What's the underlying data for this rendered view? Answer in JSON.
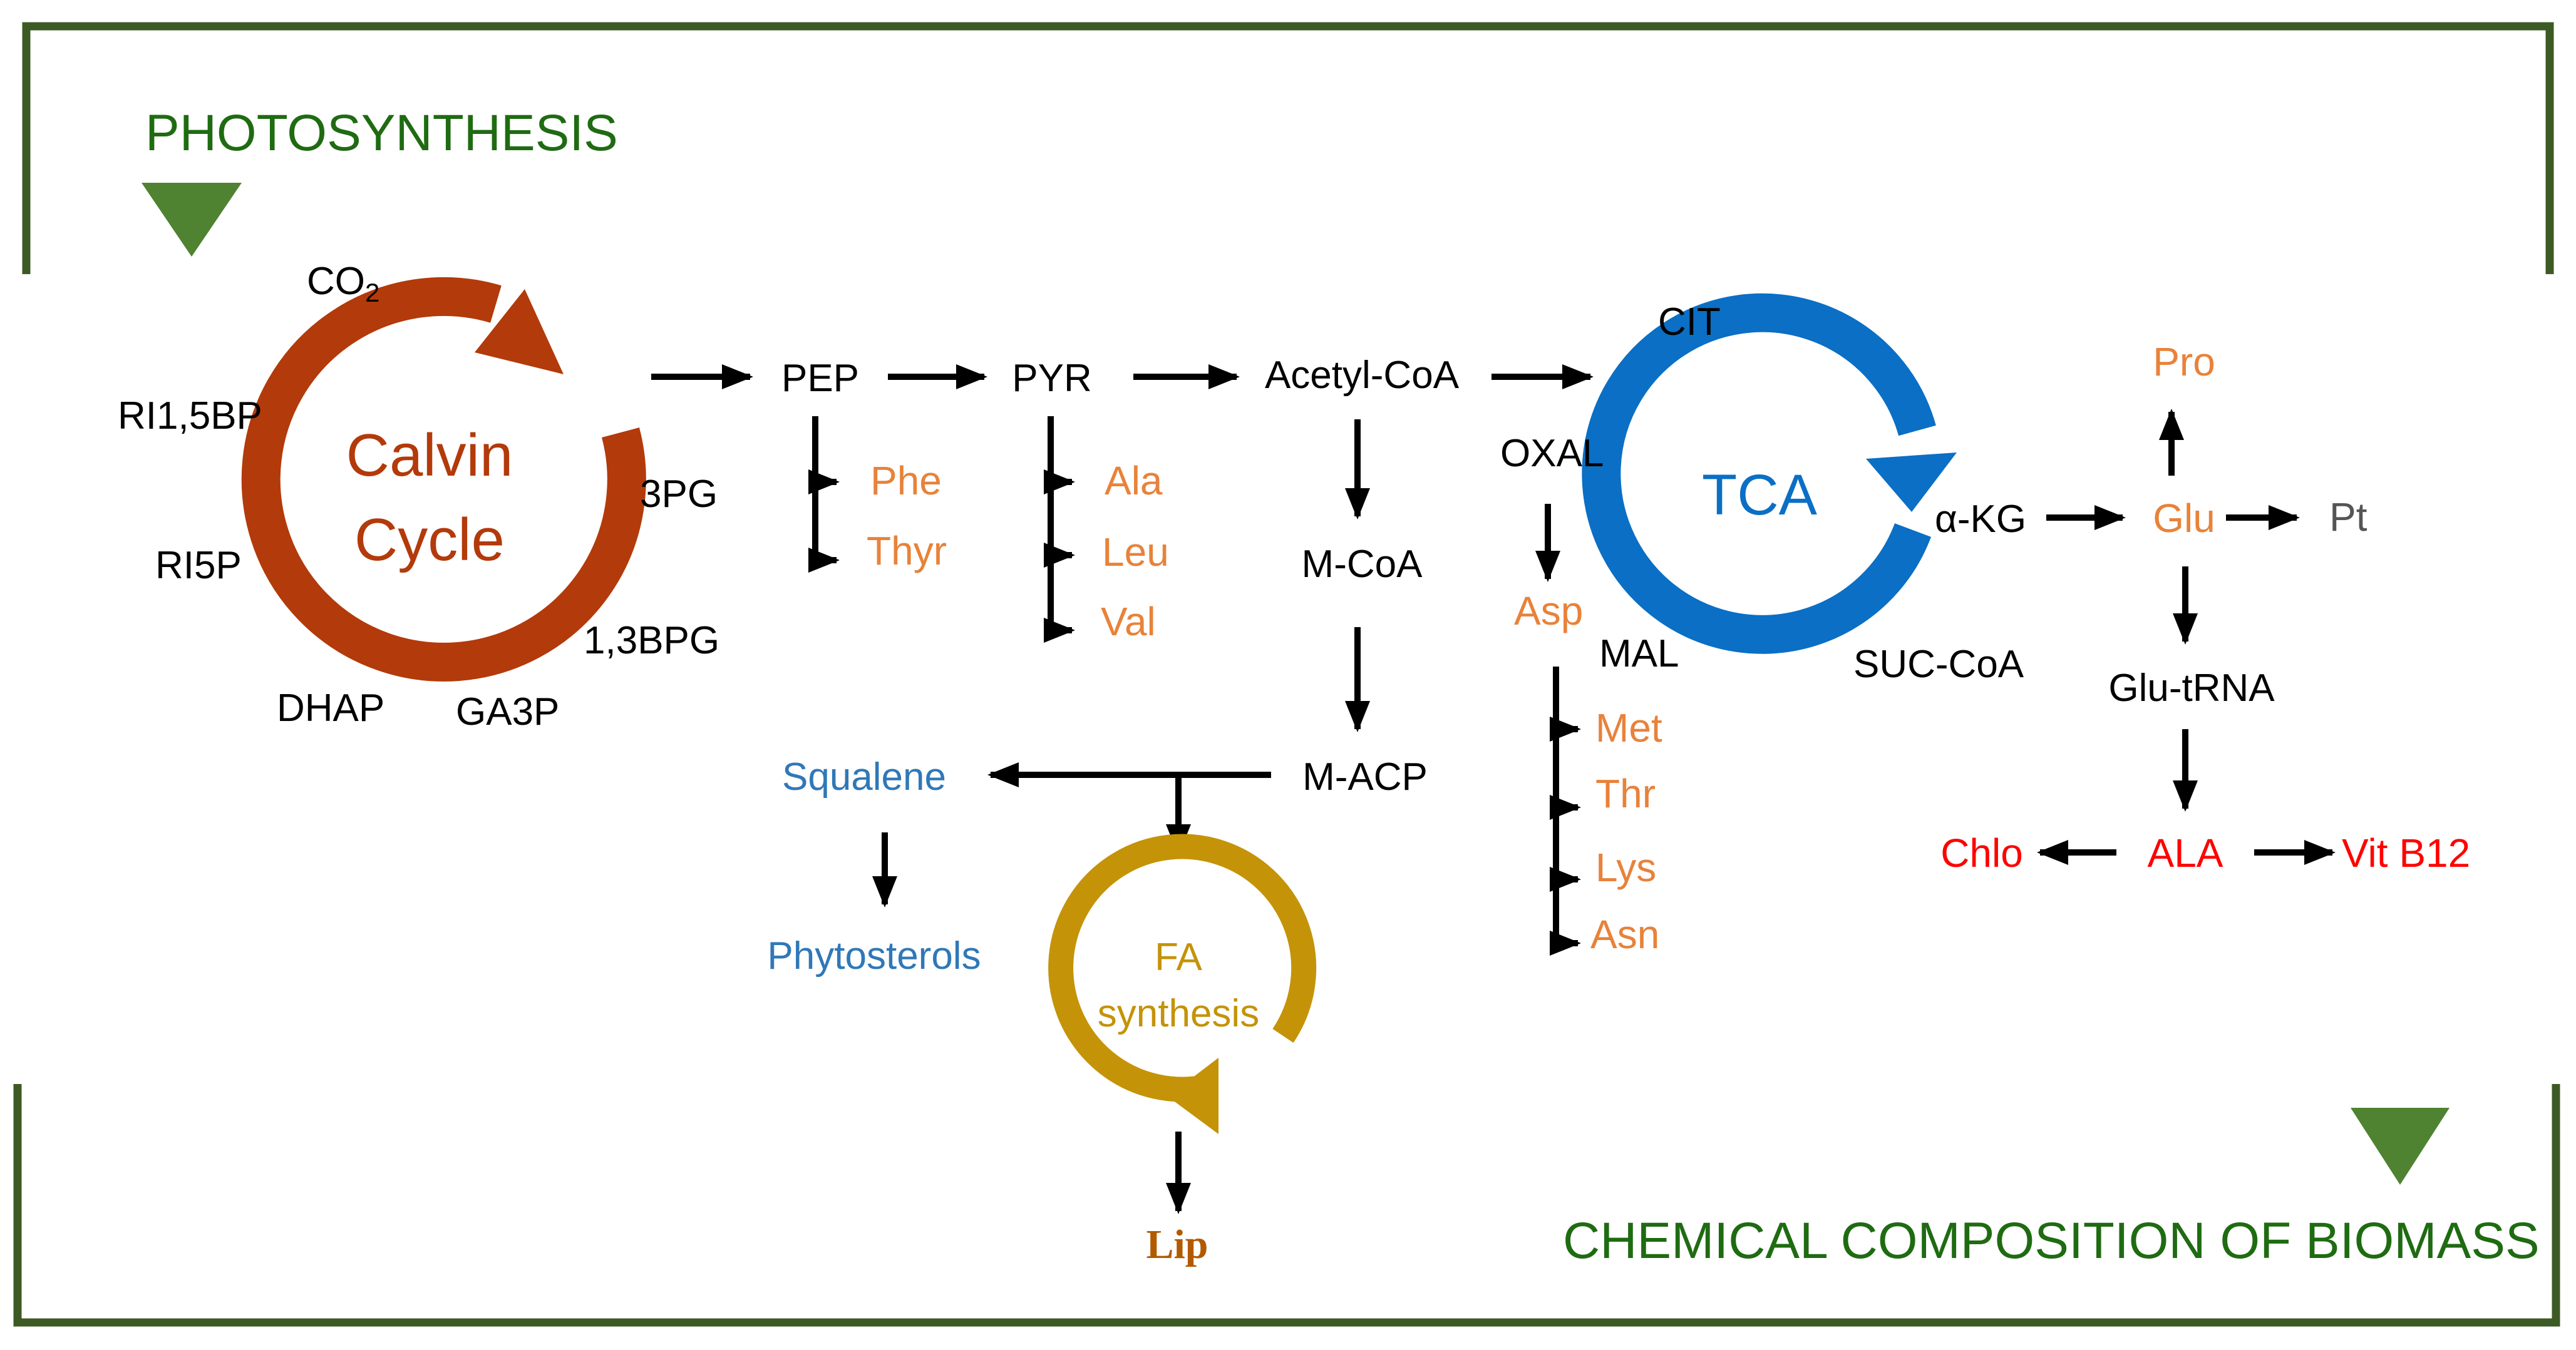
{
  "colors": {
    "frame": "#3d5a24",
    "heading": "#1f6b12",
    "triangle": "#4f8231",
    "calvin": "#b33a0a",
    "tca": "#0a6fc5",
    "fa": "#c49308",
    "black": "#000000",
    "orange": "#e8823a",
    "blue": "#2f78b8",
    "red": "#ff0000",
    "gray": "#555555",
    "lip": "#b25a00"
  },
  "headings": {
    "photosynthesis": "PHOTOSYNTHESIS",
    "biomass": "CHEMICAL COMPOSITION OF BIOMASS"
  },
  "calvin": {
    "title_line1": "Calvin",
    "title_line2": "Cycle",
    "co2": "CO",
    "co2_sub": "2",
    "r15bp": "RI1,5BP",
    "r5p": "RI5P",
    "pg3": "3PG",
    "bpg13": "1,3BPG",
    "ga3p": "GA3P",
    "dhap": "DHAP"
  },
  "glycolysis": {
    "pep": "PEP",
    "pyr": "PYR",
    "acetyl_coa": "Acetyl-CoA",
    "m_coa": "M-CoA",
    "m_acp": "M-ACP"
  },
  "amino_acids_pep": [
    "Phe",
    "Thyr"
  ],
  "amino_acids_pyr": [
    "Ala",
    "Leu",
    "Val"
  ],
  "sterols": {
    "squalene": "Squalene",
    "phytosterols": "Phytosterols"
  },
  "fa": {
    "line1": "FA",
    "line2": "synthesis",
    "lip": "Lip"
  },
  "tca": {
    "title": "TCA",
    "cit": "CIT",
    "oxal": "OXAL",
    "mal": "MAL",
    "suc_coa": "SUC-CoA",
    "akg": "α-KG"
  },
  "aspartate": {
    "asp": "Asp",
    "derived": [
      "Met",
      "Thr",
      "Lys",
      "Asn"
    ]
  },
  "glutamate": {
    "pro": "Pro",
    "glu": "Glu",
    "pt": "Pt",
    "glu_trna": "Glu-tRNA",
    "ala": "ALA",
    "chlo": "Chlo",
    "vit_b12": "Vit B12"
  }
}
